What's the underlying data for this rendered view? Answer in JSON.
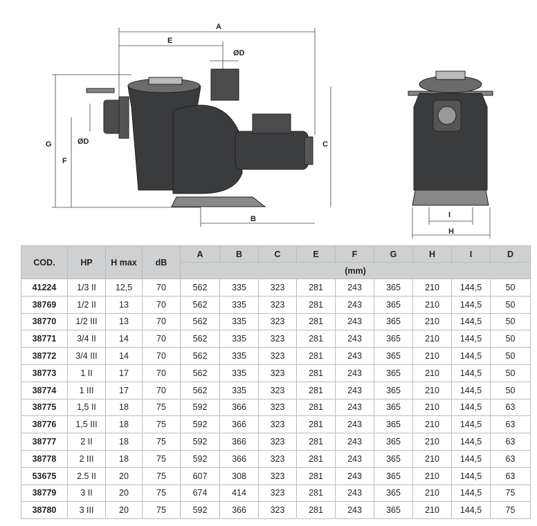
{
  "drawing": {
    "side_labels": {
      "A": "A",
      "E": "E",
      "D_top": "ØD",
      "G": "G",
      "F": "F",
      "D_left": "ØD",
      "C": "C",
      "B": "B"
    },
    "front_labels": {
      "I": "I",
      "H": "H"
    }
  },
  "table": {
    "headers": [
      "COD.",
      "HP",
      "H max",
      "dB",
      "A",
      "B",
      "C",
      "E",
      "F",
      "G",
      "H",
      "I",
      "D"
    ],
    "unit": "(mm)",
    "rows": [
      [
        "41224",
        "1/3 II",
        "12,5",
        "70",
        "562",
        "335",
        "323",
        "281",
        "243",
        "365",
        "210",
        "144,5",
        "50"
      ],
      [
        "38769",
        "1/2 II",
        "13",
        "70",
        "562",
        "335",
        "323",
        "281",
        "243",
        "365",
        "210",
        "144,5",
        "50"
      ],
      [
        "38770",
        "1/2 III",
        "13",
        "70",
        "562",
        "335",
        "323",
        "281",
        "243",
        "365",
        "210",
        "144,5",
        "50"
      ],
      [
        "38771",
        "3/4 II",
        "14",
        "70",
        "562",
        "335",
        "323",
        "281",
        "243",
        "365",
        "210",
        "144,5",
        "50"
      ],
      [
        "38772",
        "3/4 III",
        "14",
        "70",
        "562",
        "335",
        "323",
        "281",
        "243",
        "365",
        "210",
        "144,5",
        "50"
      ],
      [
        "38773",
        "1 II",
        "17",
        "70",
        "562",
        "335",
        "323",
        "281",
        "243",
        "365",
        "210",
        "144,5",
        "50"
      ],
      [
        "38774",
        "1 III",
        "17",
        "70",
        "562",
        "335",
        "323",
        "281",
        "243",
        "365",
        "210",
        "144,5",
        "50"
      ],
      [
        "38775",
        "1,5 II",
        "18",
        "75",
        "592",
        "366",
        "323",
        "281",
        "243",
        "365",
        "210",
        "144,5",
        "63"
      ],
      [
        "38776",
        "1,5 III",
        "18",
        "75",
        "592",
        "366",
        "323",
        "281",
        "243",
        "365",
        "210",
        "144,5",
        "63"
      ],
      [
        "38777",
        "2 II",
        "18",
        "75",
        "592",
        "366",
        "323",
        "281",
        "243",
        "365",
        "210",
        "144,5",
        "63"
      ],
      [
        "38778",
        "2 III",
        "18",
        "75",
        "592",
        "366",
        "323",
        "281",
        "243",
        "365",
        "210",
        "144,5",
        "63"
      ],
      [
        "53675",
        "2.5 II",
        "20",
        "75",
        "607",
        "308",
        "323",
        "281",
        "243",
        "365",
        "210",
        "144,5",
        "63"
      ],
      [
        "38779",
        "3 II",
        "20",
        "75",
        "674",
        "414",
        "323",
        "281",
        "243",
        "365",
        "210",
        "144,5",
        "75"
      ],
      [
        "38780",
        "3 III",
        "20",
        "75",
        "592",
        "366",
        "323",
        "281",
        "243",
        "365",
        "210",
        "144,5",
        "75"
      ]
    ]
  }
}
